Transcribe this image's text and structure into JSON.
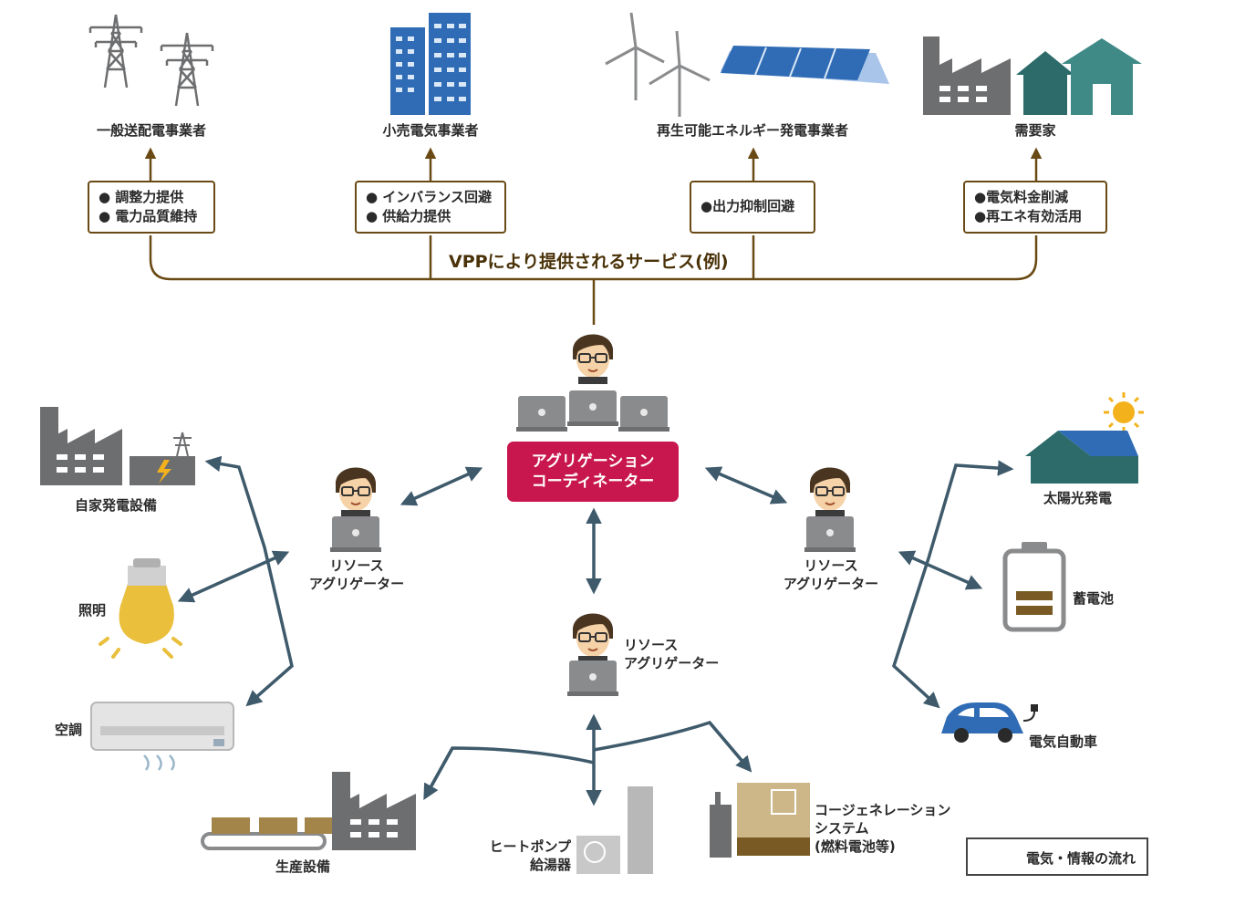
{
  "top": {
    "actors": [
      {
        "id": "transmission",
        "label": "一般送配電事業者"
      },
      {
        "id": "retail",
        "label": "小売電気事業者"
      },
      {
        "id": "renewable",
        "label": "再生可能エネルギー発電事業者"
      },
      {
        "id": "consumer",
        "label": "需要家"
      }
    ],
    "services": [
      {
        "lines": [
          "● 調整力提供",
          "● 電力品質維持"
        ]
      },
      {
        "lines": [
          "● インバランス回避",
          "● 供給力提供"
        ]
      },
      {
        "lines": [
          "●出力抑制回避"
        ]
      },
      {
        "lines": [
          "●電気料金削減",
          "●再エネ有効活用"
        ]
      }
    ],
    "vpp_label": "VPPにより提供されるサービス(例)"
  },
  "center": {
    "coordinator_line1": "アグリゲーション",
    "coordinator_line2": "コーディネーター"
  },
  "aggregators": {
    "left": {
      "line1": "リソース",
      "line2": "アグリゲーター"
    },
    "right": {
      "line1": "リソース",
      "line2": "アグリゲーター"
    },
    "bottom": {
      "line1": "リソース",
      "line2": "アグリゲーター"
    }
  },
  "resources": {
    "self_generation": "自家発電設備",
    "lighting": "照明",
    "aircon": "空調",
    "solar": "太陽光発電",
    "battery": "蓄電池",
    "ev": "電気自動車",
    "production": "生産設備",
    "heatpump_line1": "ヒートポンプ",
    "heatpump_line2": "給湯器",
    "cogen_line1": "コージェネレーション",
    "cogen_line2": "システム",
    "cogen_line3": "(燃料電池等)"
  },
  "legend": {
    "label": "電気・情報の流れ"
  },
  "colors": {
    "brown": "#6a4a14",
    "arrow": "#3e5a6b",
    "accent": "#c8164e",
    "blue": "#2f6cb5",
    "teal": "#2c6b6a",
    "gray": "#6d6e70"
  },
  "icons": [
    "transmission-tower-icon",
    "building-icon",
    "wind-turbine-icon",
    "solar-panel-icon",
    "factory-icon",
    "house-icon",
    "person-laptop-icon",
    "light-bulb-icon",
    "air-conditioner-icon",
    "battery-icon",
    "electric-car-icon",
    "conveyor-icon",
    "heat-pump-icon",
    "cogeneration-icon",
    "sun-icon"
  ]
}
